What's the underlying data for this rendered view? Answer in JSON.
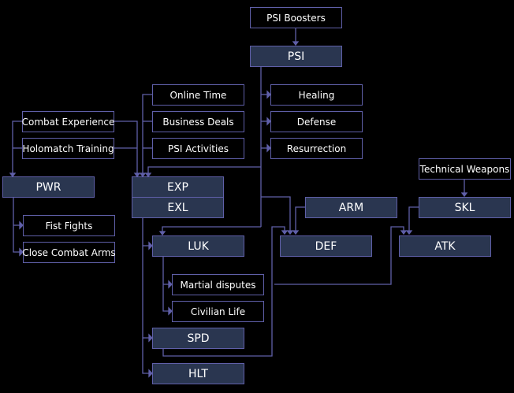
{
  "colors": {
    "background": "#000000",
    "line": "#5f5fa8",
    "stat_fill": "#2a3650",
    "text": "#ffffff"
  },
  "nodes": {
    "psi_boosters": "PSI Boosters",
    "psi": "PSI",
    "online_time": "Online Time",
    "business_deals": "Business Deals",
    "psi_activities": "PSI Activities",
    "healing": "Healing",
    "defense": "Defense",
    "resurrection": "Resurrection",
    "combat_experience": "Combat Experience",
    "holomatch_training": "Holomatch Training",
    "pwr": "PWR",
    "exp": "EXP",
    "exl": "EXL",
    "technical_weapons": "Technical Weapons",
    "arm": "ARM",
    "skl": "SKL",
    "fist_fights": "Fist Fights",
    "close_combat_arms": "Close Combat Arms",
    "luk": "LUK",
    "def": "DEF",
    "atk": "ATK",
    "martial_disputes": "Martial disputes",
    "civilian_life": "Civilian Life",
    "spd": "SPD",
    "hlt": "HLT"
  }
}
